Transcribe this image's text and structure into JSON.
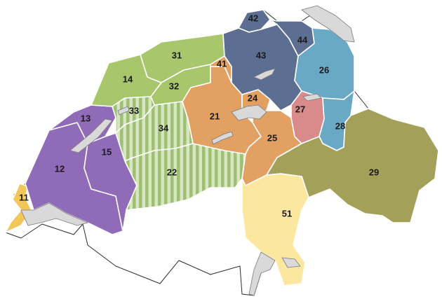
{
  "colors": {
    "outline_fill": "#ffffff",
    "lake": "#d9d9d9",
    "border": "#2b2b2b",
    "green_light": "#a8c66c",
    "green_pale_stripe": "#d6e6bf",
    "purple": "#8f6bb8",
    "gold": "#f1c75a",
    "orange": "#e2a062",
    "slate": "#5d6e93",
    "teal": "#6aa9c6",
    "pink": "#d98a8a",
    "olive": "#a3a05a",
    "yellow_pale": "#fbe7a0"
  },
  "regions": [
    {
      "id": "11",
      "label": "11",
      "color": "#f1c75a"
    },
    {
      "id": "12",
      "label": "12",
      "color": "#8f6bb8"
    },
    {
      "id": "13",
      "label": "13",
      "color": "#8f6bb8"
    },
    {
      "id": "14",
      "label": "14",
      "color": "#a8c66c"
    },
    {
      "id": "15",
      "label": "15",
      "color": "#8f6bb8"
    },
    {
      "id": "21",
      "label": "21",
      "color": "#e2a062"
    },
    {
      "id": "22",
      "label": "22",
      "color": "striped"
    },
    {
      "id": "24",
      "label": "24",
      "color": "#e2a062"
    },
    {
      "id": "25",
      "label": "25",
      "color": "#e2a062"
    },
    {
      "id": "26",
      "label": "26",
      "color": "#6aa9c6"
    },
    {
      "id": "27",
      "label": "27",
      "color": "#d98a8a"
    },
    {
      "id": "28",
      "label": "28",
      "color": "#6aa9c6"
    },
    {
      "id": "29",
      "label": "29",
      "color": "#a3a05a"
    },
    {
      "id": "31",
      "label": "31",
      "color": "#a8c66c"
    },
    {
      "id": "32",
      "label": "32",
      "color": "#a8c66c"
    },
    {
      "id": "33",
      "label": "33",
      "color": "striped"
    },
    {
      "id": "34",
      "label": "34",
      "color": "striped"
    },
    {
      "id": "41",
      "label": "41",
      "color": "#e2a062"
    },
    {
      "id": "42",
      "label": "42",
      "color": "#5d6e93"
    },
    {
      "id": "43",
      "label": "43",
      "color": "#5d6e93"
    },
    {
      "id": "44",
      "label": "44",
      "color": "#5d6e93"
    },
    {
      "id": "51",
      "label": "51",
      "color": "#fbe7a0"
    }
  ]
}
